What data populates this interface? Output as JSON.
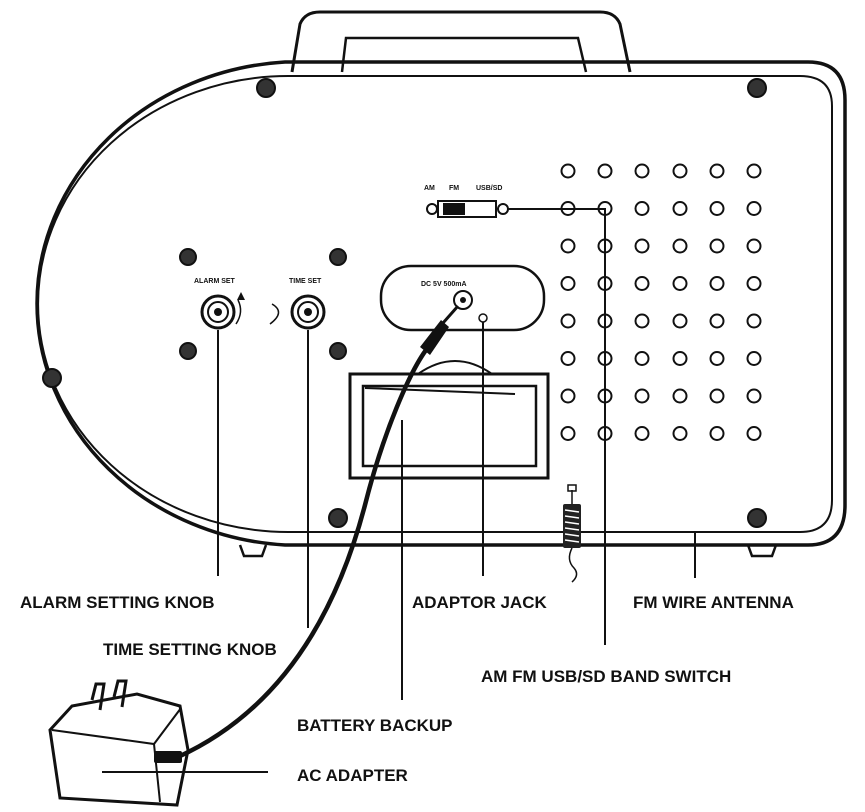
{
  "labels": {
    "alarm_setting_knob": "ALARM SETTING KNOB",
    "time_setting_knob": "TIME SETTING KNOB",
    "adaptor_jack": "ADAPTOR JACK",
    "fm_wire_antenna": "FM WIRE ANTENNA",
    "band_switch": "AM FM USB/SD BAND SWITCH",
    "battery_backup": "BATTERY BACKUP",
    "ac_adapter": "AC ADAPTER"
  },
  "panel_text": {
    "alarm_set": "ALARM SET",
    "time_set": "TIME SET",
    "switch_am": "AM",
    "switch_fm": "FM",
    "switch_usbsd": "USB/SD",
    "dc_rating": "DC 5V 500mA"
  },
  "adapter_text": "",
  "colors": {
    "line": "#111111",
    "background": "#ffffff"
  }
}
